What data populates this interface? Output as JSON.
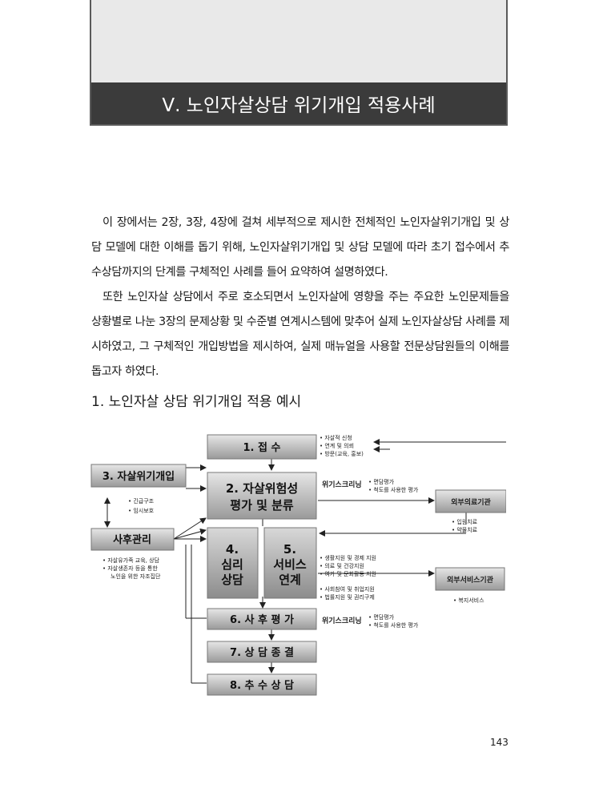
{
  "header": {
    "chapter_title": "Ⅴ. 노인자살상담 위기개입 적용사례"
  },
  "body": {
    "paragraph1": "이 장에서는 2장, 3장, 4장에 걸쳐 세부적으로 제시한 전체적인 노인자살위기개입 및 상담 모델에 대한 이해를 돕기 위해, 노인자살위기개입 및 상담 모델에 따라 초기 접수에서 추수상담까지의 단계를 구체적인 사례를 들어 요약하여 설명하였다.",
    "paragraph2": "또한 노인자살 상담에서 주로 호소되면서 노인자살에 영향을 주는 주요한 노인문제들을 상황별로 나눈 3장의 문제상황 및 수준별 연계시스템에 맞추어 실제 노인자살상담 사례를 제시하였고, 그 구체적인 개입방법을 제시하여, 실제 매뉴얼을 사용할 전문상담원들의 이해를 돕고자 하였다."
  },
  "section": {
    "heading": "1. 노인자살 상담 위기개입 적용 예시"
  },
  "diagram": {
    "steps": {
      "intake": "1. 접 수",
      "assessment_line1": "2. 자살위험성",
      "assessment_line2": "평가 및 분류",
      "counsel_num": "4.",
      "counsel_line1": "심리",
      "counsel_line2": "상담",
      "service_num": "5.",
      "service_line1": "서비스",
      "service_line2": "연계",
      "post_eval": "6. 사 후 평 가",
      "termination": "7. 상 담 종 결",
      "followup": "8. 추 수 상 담"
    },
    "crisis_intervention": "3. 자살위기개입",
    "aftercare": "사후관리",
    "intake_notes": [
      "• 자살적 신청",
      "• 연계 및 의뢰",
      "• 방문(교육, 홍보)"
    ],
    "crisis_notes": [
      "• 긴급구조",
      "• 임시보호"
    ],
    "aftercare_notes": [
      "• 자살유가족 교육, 상담",
      "• 자살생존자 등을 통한",
      "노인을 위한 자조집단"
    ],
    "screening_label": "위기스크리닝",
    "screening_notes": [
      "• 면담평가",
      "• 척도를 사용한 평가"
    ],
    "external_medical": "외부의료기관",
    "medical_notes": [
      "• 입원치료",
      "• 약물치료"
    ],
    "service_notes": [
      "• 생활지원 및 경제 지원",
      "• 의료 및 건강지원",
      "• 여가 및 문화활동 지원",
      "• 사회참여 및 취업지원",
      "• 법률지원 및 권리구제"
    ],
    "external_service": "외부서비스기관",
    "welfare_note": "• 복지서비스",
    "post_screening_label": "위기스크리닝",
    "post_screening_notes": [
      "• 면담평가",
      "• 척도를 사용한 평가"
    ]
  },
  "footer": {
    "page_number": "143"
  }
}
